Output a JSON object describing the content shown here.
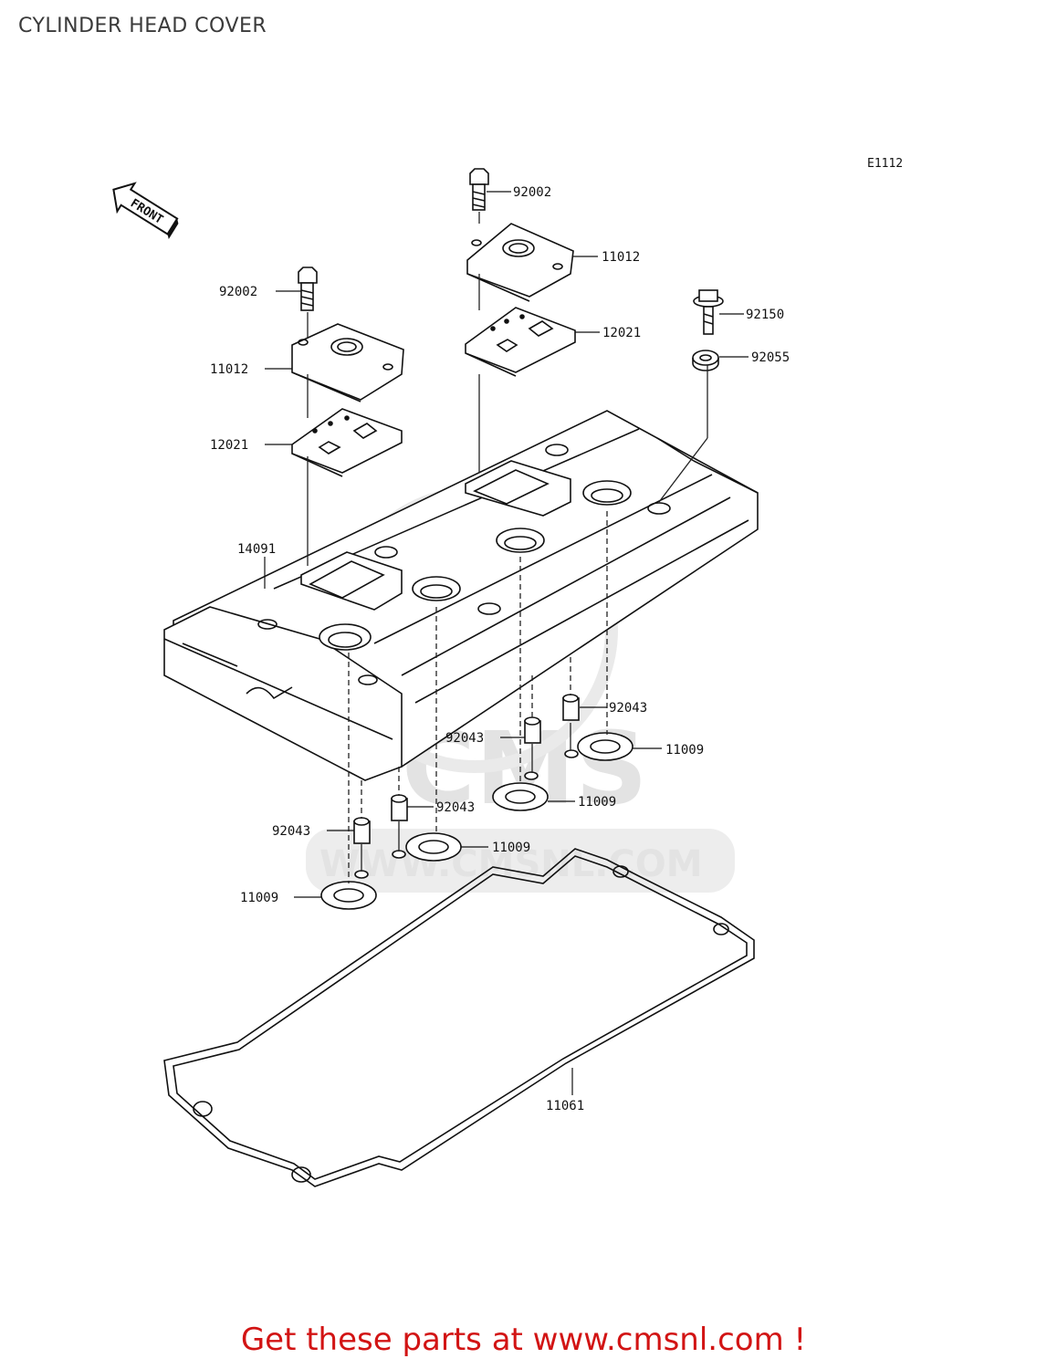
{
  "header": {
    "title": "CYLINDER HEAD COVER"
  },
  "diagram": {
    "code": "E1112",
    "front_label": "FRONT",
    "watermark": {
      "brand": "CMS",
      "url": "WWW.CMSNL.COM"
    },
    "parts": {
      "bolt_upper": "92002",
      "bolt_lower": "92002",
      "cap_upper": "11012",
      "cap_lower": "11012",
      "gasket_upper": "12021",
      "gasket_lower": "12021",
      "cover": "14091",
      "bolt_right": "92150",
      "washer_right": "92055",
      "dowel_a": "92043",
      "dowel_b": "92043",
      "dowel_c": "92043",
      "dowel_d": "92043",
      "seal_a": "11009",
      "seal_b": "11009",
      "seal_c": "11009",
      "seal_d": "11009",
      "head_gasket": "11061"
    }
  },
  "footer": {
    "cta": "Get these parts at www.cmsnl.com !"
  }
}
